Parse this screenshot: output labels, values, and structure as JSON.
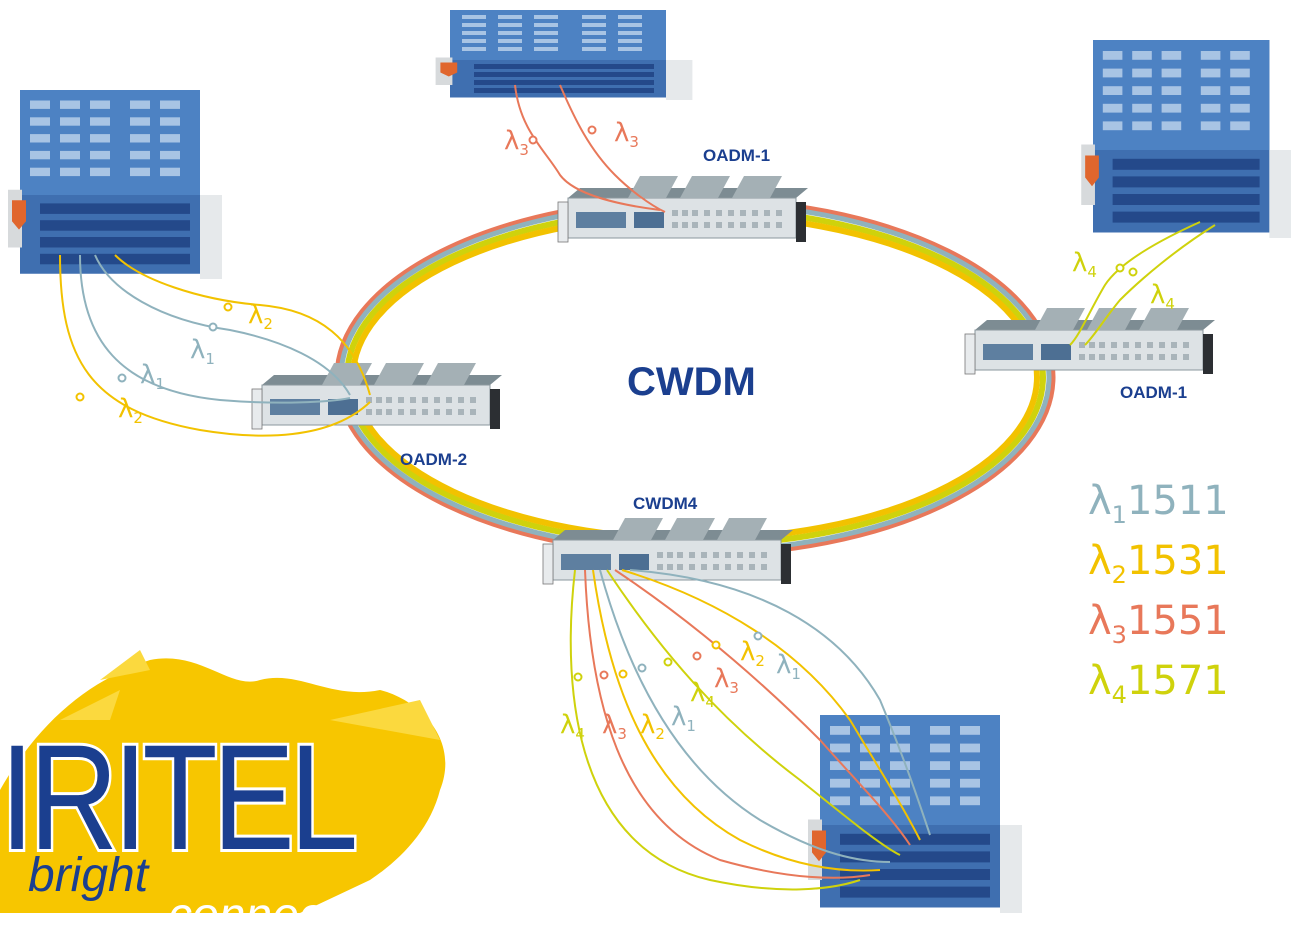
{
  "diagram": {
    "center_label": "CWDM",
    "nodes": [
      {
        "id": "oadm-top",
        "label": "OADM-1"
      },
      {
        "id": "oadm-right",
        "label": "OADM-1"
      },
      {
        "id": "oadm-left",
        "label": "OADM-2"
      },
      {
        "id": "cwdm4-bottom",
        "label": "CWDM4"
      }
    ],
    "fiber_labels": [
      {
        "symbol": "λ",
        "sub": "3",
        "color": "#e8785a"
      },
      {
        "symbol": "λ",
        "sub": "3",
        "color": "#e8785a"
      },
      {
        "symbol": "λ",
        "sub": "4",
        "color": "#cfd20c"
      },
      {
        "symbol": "λ",
        "sub": "4",
        "color": "#cfd20c"
      },
      {
        "symbol": "λ",
        "sub": "2",
        "color": "#f2c200"
      },
      {
        "symbol": "λ",
        "sub": "1",
        "color": "#8fb2bd"
      },
      {
        "symbol": "λ",
        "sub": "1",
        "color": "#8fb2bd"
      },
      {
        "symbol": "λ",
        "sub": "2",
        "color": "#f2c200"
      },
      {
        "symbol": "λ",
        "sub": "4",
        "color": "#cfd20c"
      },
      {
        "symbol": "λ",
        "sub": "3",
        "color": "#e8785a"
      },
      {
        "symbol": "λ",
        "sub": "2",
        "color": "#f2c200"
      },
      {
        "symbol": "λ",
        "sub": "1",
        "color": "#8fb2bd"
      },
      {
        "symbol": "λ",
        "sub": "4",
        "color": "#cfd20c"
      },
      {
        "symbol": "λ",
        "sub": "3",
        "color": "#e8785a"
      },
      {
        "symbol": "λ",
        "sub": "2",
        "color": "#f2c200"
      },
      {
        "symbol": "λ",
        "sub": "1",
        "color": "#8fb2bd"
      }
    ],
    "legend": [
      {
        "symbol": "λ",
        "sub": "1",
        "value": "1511",
        "color": "#8fb2bd"
      },
      {
        "symbol": "λ",
        "sub": "2",
        "value": "1531",
        "color": "#f2c200"
      },
      {
        "symbol": "λ",
        "sub": "3",
        "value": "1551",
        "color": "#e8785a"
      },
      {
        "symbol": "λ",
        "sub": "4",
        "value": "1571",
        "color": "#cfd20c"
      }
    ]
  },
  "logo": {
    "wordmark": "IRITEL",
    "tagline": "bright",
    "tagline_cont": "connection"
  },
  "colors": {
    "lambda1": "#8fb2bd",
    "lambda2": "#f2c200",
    "lambda3": "#e8785a",
    "lambda4": "#cfd20c",
    "brand_blue": "#1b3f8f",
    "logo_yellow": "#f7c600"
  }
}
